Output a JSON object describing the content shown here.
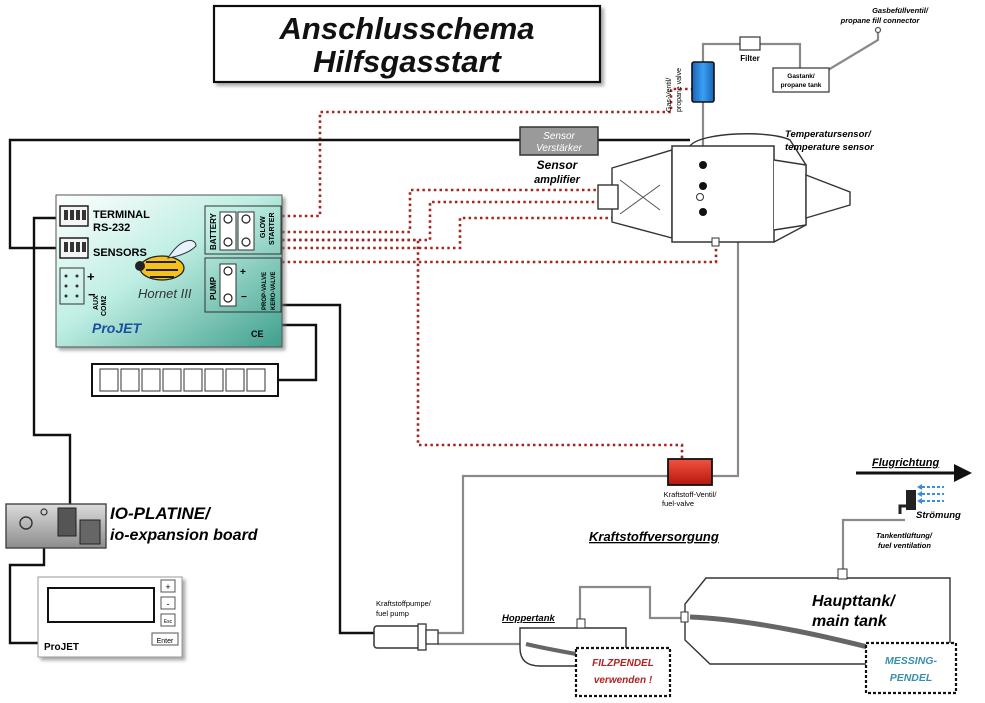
{
  "title": {
    "line1": "Anschlusschema",
    "line2": "Hilfsgasstart"
  },
  "gas": {
    "fill_connector": "Gasbefüllventil/",
    "fill_connector_en": "propane fill connector",
    "filter": "Filter",
    "gastank": "Gastank/",
    "gastank_en": "propane tank",
    "valve_de": "Gas-Ventil/",
    "valve_en": "propane valve"
  },
  "sensor_box": {
    "line1": "Sensor",
    "line2": "Verstärker"
  },
  "sensor_amp": {
    "line1": "Sensor",
    "line2": "amplifier"
  },
  "temp_sensor": {
    "line1": "Temperatursensor/",
    "line2": "temperature sensor"
  },
  "ecu": {
    "terminal": "TERMINAL",
    "rs232": "RS-232",
    "sensors": "SENSORS",
    "battery": "BATTERY",
    "glow": "GLOW",
    "starter": "STARTER",
    "pump": "PUMP",
    "prop_valve": "PROP-VALVE",
    "kero_valve": "KERO-VALVE",
    "aux": "AUX",
    "com2": "COM2",
    "brand": "ProJET",
    "logo": "Hornet III",
    "ce": "CE"
  },
  "io_board": {
    "line1": "IO-PLATINE/",
    "line2": "io-expansion board"
  },
  "terminal_unit": {
    "brand": "ProJET",
    "plus": "+",
    "minus": "-",
    "esc": "Esc",
    "enter": "Enter"
  },
  "fuel_valve": {
    "line1": "Kraftstoff-Ventil/",
    "line2": "fuel-valve",
    "color": "#e03228"
  },
  "flight": {
    "label": "Flugrichtung",
    "flow": "Strömung",
    "flow_color": "#3a8fd8"
  },
  "vent": {
    "line1": "Tankentlüftung/",
    "line2": "fuel ventilation"
  },
  "supply_heading": "Kraftstoffversorgung",
  "pump": {
    "line1": "Kraftstoffpumpe/",
    "line2": "fuel pump"
  },
  "hopper": {
    "label": "Hoppertank",
    "note1": "FILZPENDEL",
    "note2": "verwenden !",
    "note_color": "#b22222"
  },
  "main_tank": {
    "line1": "Haupttank/",
    "line2": "main tank",
    "note1": "MESSING-",
    "note2": "PENDEL",
    "note_color": "#3a8fb0"
  },
  "colors": {
    "propane_valve": "#1f7fd4",
    "ecu_board": "#8fd8c8",
    "wire_dotted": "#a3251f"
  }
}
